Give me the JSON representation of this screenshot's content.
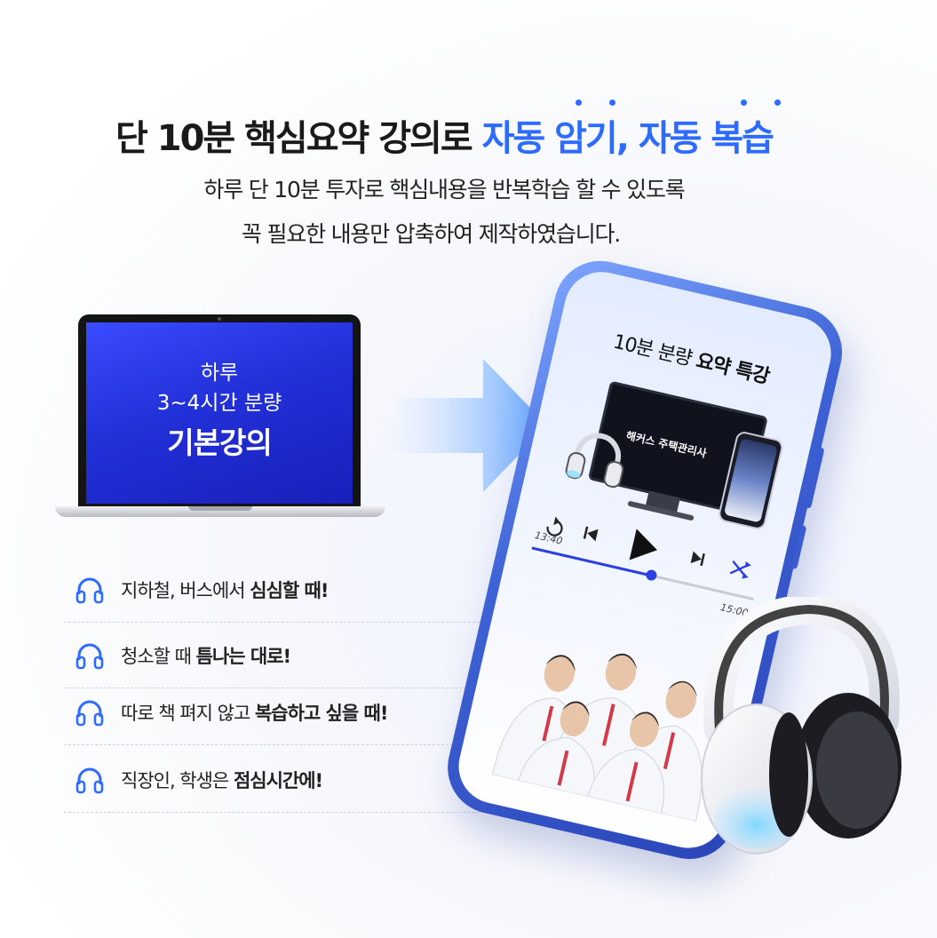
{
  "header": {
    "title_black": "단 10분 핵심요약 강의로 ",
    "title_blue": "자동 암기, 자동 복습",
    "subtitle_line1": "하루 단 10분 투자로 핵심내용을 반복학습 할 수 있도록",
    "subtitle_line2": "꼭 필요한 내용만 압축하여 제작하였습니다.",
    "accent_color": "#2d6bff"
  },
  "laptop": {
    "line1": "하루",
    "line2": "3~4시간 분량",
    "line3": "기본강의"
  },
  "phone": {
    "title_regular": "10분 분량 ",
    "title_bold": "요약 특강",
    "monitor_text": "해커스 주택관리사",
    "time_current": "13:40",
    "time_total": "15:00",
    "progress": 0.54
  },
  "list": [
    {
      "text": "지하철, 버스에서 ",
      "bold": "심심할 때!",
      "icon": "headphones-icon"
    },
    {
      "text": "청소할 때 ",
      "bold": "틈나는 대로!",
      "icon": "headphones-icon"
    },
    {
      "text": "따로 책 펴지 않고 ",
      "bold": "복습하고 싶을 때!",
      "icon": "headphones-icon"
    },
    {
      "text": "직장인, 학생은 ",
      "bold": "점심시간에!",
      "icon": "headphones-icon"
    }
  ]
}
